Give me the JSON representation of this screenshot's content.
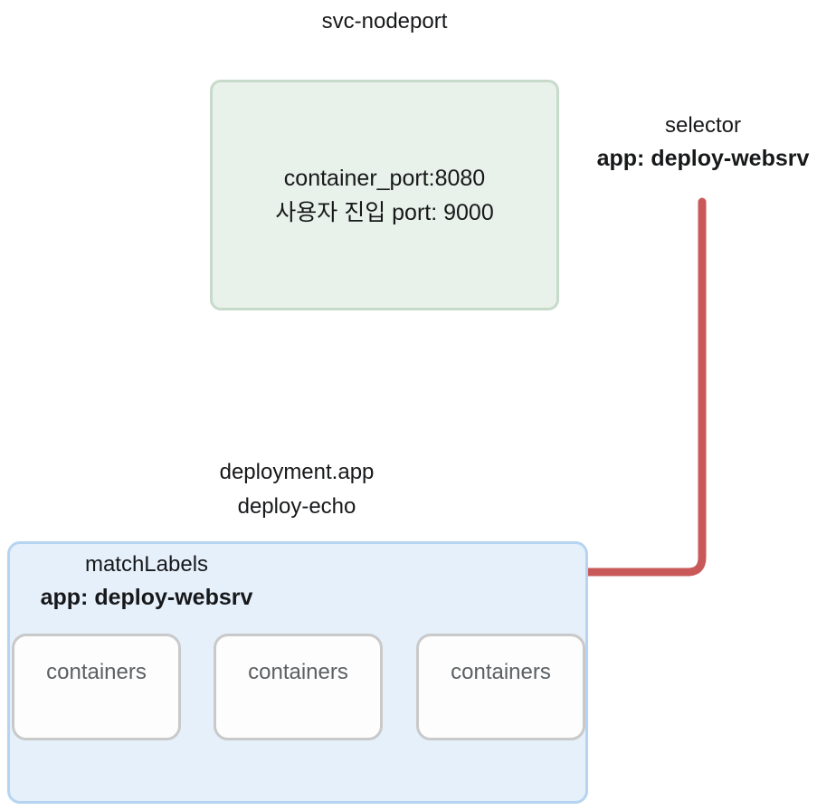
{
  "service": {
    "title": "svc-nodeport",
    "box_line1": "container_port:8080",
    "box_line2": "사용자 진입 port: 9000"
  },
  "selector": {
    "label": "selector",
    "value": "app: deploy-websrv"
  },
  "deployment": {
    "title_line1": "deployment.app",
    "title_line2": "deploy-echo",
    "match_labels_label": "matchLabels",
    "match_labels_value": "app: deploy-websrv",
    "containers": [
      {
        "label": "containers"
      },
      {
        "label": "containers"
      },
      {
        "label": "containers"
      }
    ]
  },
  "colors": {
    "service_box_fill": "#e8f1ea",
    "service_box_border": "#c8dbcb",
    "deployment_box_fill": "#e6f0fb",
    "deployment_box_border": "#b6d4f1",
    "container_box_fill": "#fdfdfd",
    "container_box_border": "#c9c9c9",
    "container_text": "#5c6063",
    "arrow": "#c95959",
    "text": "#17181a",
    "background": "#ffffff"
  }
}
